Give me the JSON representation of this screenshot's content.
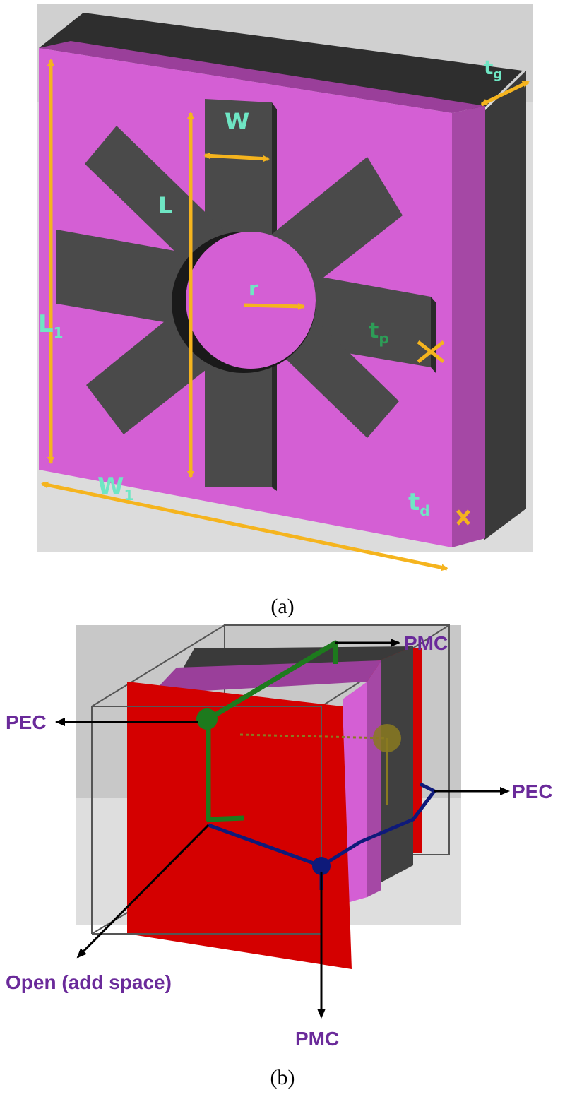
{
  "colors": {
    "patch": "#4a4a4a",
    "dielectric": "#d45fd4",
    "dimension_arrow": "#f5b41e",
    "symbol_light": "#6fe6c4",
    "symbol_dark": "#2d9d57",
    "pec_plane": "#d40000",
    "boundary_label": "#6a2a9a",
    "pmc_path": "#1d7a1d",
    "pec_path": "#0e1a7a"
  },
  "panel_a": {
    "labels": {
      "tg": {
        "main": "t",
        "sub": "g"
      },
      "w": "W",
      "l": "L",
      "l1": {
        "main": "L",
        "sub": "1"
      },
      "r": "r",
      "tp": {
        "main": "t",
        "sub": "p"
      },
      "w1": {
        "main": "W",
        "sub": "1"
      },
      "td": {
        "main": "t",
        "sub": "d"
      }
    },
    "caption": "(a)"
  },
  "panel_b": {
    "labels": {
      "pmc_top": "PMC",
      "pec_left": "PEC",
      "pec_right": "PEC",
      "open": "Open (add space)",
      "pmc_bottom": "PMC"
    },
    "caption": "(b)"
  }
}
